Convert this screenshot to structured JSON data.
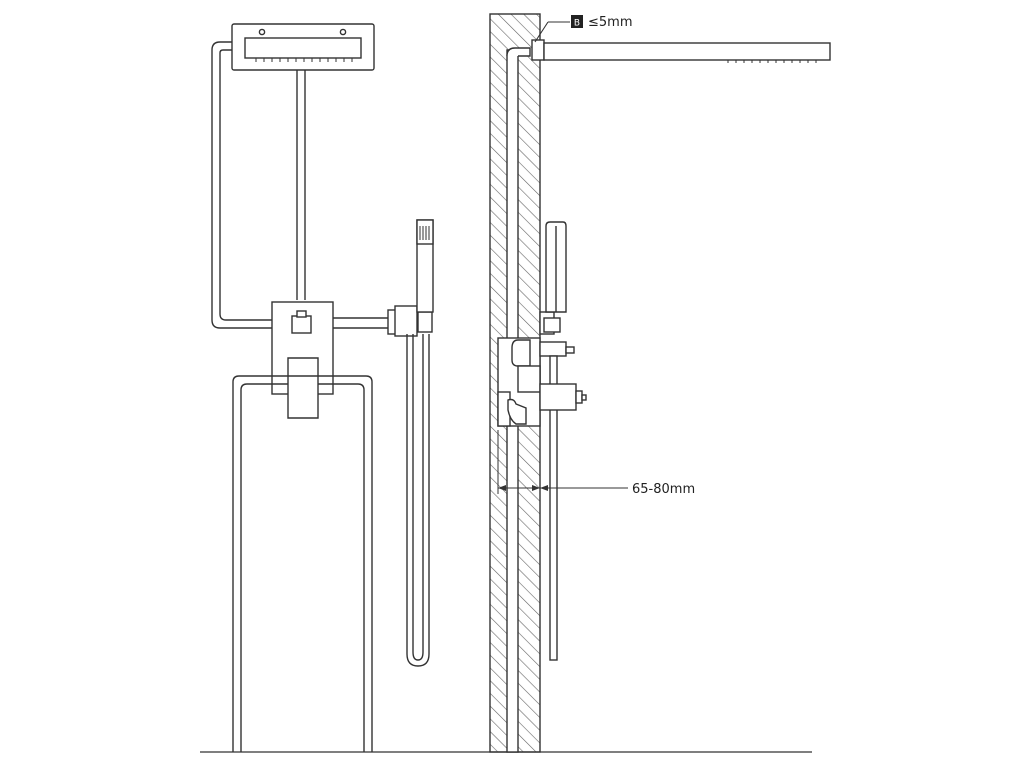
{
  "annotations": {
    "gap_badge": "B",
    "gap_text": "≤5mm",
    "depth_text": "65-80mm"
  },
  "colors": {
    "line": "#333333",
    "hatch": "#555555",
    "badge_fill": "#222222",
    "background": "#ffffff"
  }
}
